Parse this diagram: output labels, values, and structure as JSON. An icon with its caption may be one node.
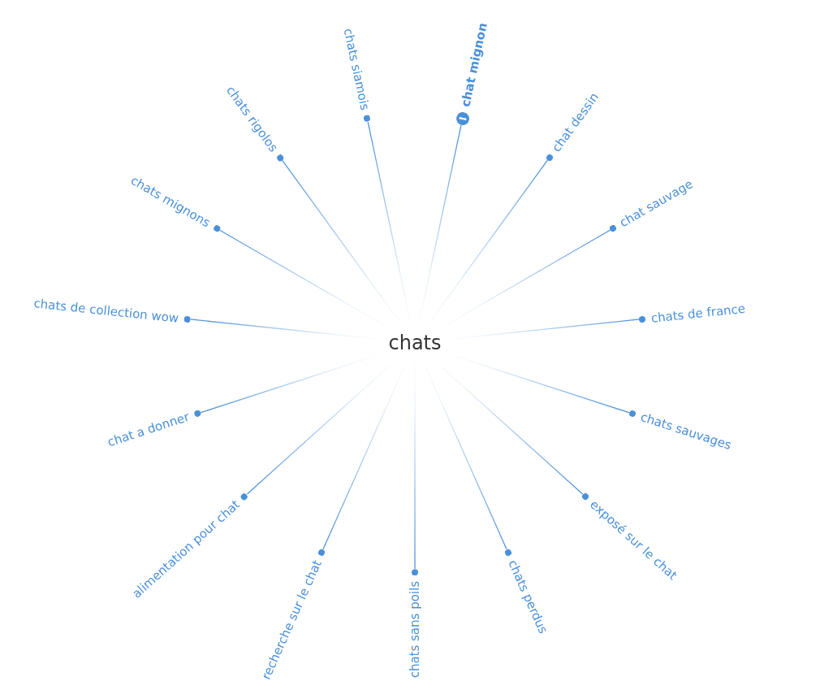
{
  "diagram": {
    "nodes": [
      {
        "text": [
          "chats"
        ]
      },
      {
        "text": [
          "chat mignon"
        ]
      },
      {
        "text": [
          "chat dessin"
        ]
      },
      {
        "text": [
          "chat sauvage"
        ]
      },
      {
        "text": [
          "chats de france"
        ]
      },
      {
        "text": [
          "chats sauvages"
        ]
      },
      {
        "text": [
          "exposé sur le chat"
        ]
      },
      {
        "text": [
          "chats perdus"
        ]
      },
      {
        "text": [
          "chats sans poils"
        ]
      },
      {
        "text": [
          "recherche sur le chat"
        ]
      },
      {
        "text": [
          "alimentation pour chat"
        ]
      },
      {
        "text": [
          "chat a donner"
        ]
      },
      {
        "text": [
          "chats de collection wow"
        ]
      },
      {
        "text": [
          "chats mignons"
        ]
      },
      {
        "text": [
          "chats rigolos"
        ]
      },
      {
        "text": [
          "chats siamois"
        ]
      }
    ],
    "edges": [
      {
        "from": 0,
        "to": 1,
        "arrow": "none"
      },
      {
        "from": 0,
        "to": 2,
        "arrow": "none"
      },
      {
        "from": 0,
        "to": 3,
        "arrow": "none"
      },
      {
        "from": 0,
        "to": 4,
        "arrow": "none"
      },
      {
        "from": 0,
        "to": 5,
        "arrow": "none"
      },
      {
        "from": 0,
        "to": 6,
        "arrow": "none"
      },
      {
        "from": 0,
        "to": 7,
        "arrow": "none"
      },
      {
        "from": 0,
        "to": 8,
        "arrow": "none"
      },
      {
        "from": 0,
        "to": 9,
        "arrow": "none"
      },
      {
        "from": 0,
        "to": 10,
        "arrow": "none"
      },
      {
        "from": 0,
        "to": 11,
        "arrow": "none"
      },
      {
        "from": 0,
        "to": 12,
        "arrow": "none"
      },
      {
        "from": 0,
        "to": 13,
        "arrow": "none"
      },
      {
        "from": 0,
        "to": 14,
        "arrow": "none"
      },
      {
        "from": 0,
        "to": 15,
        "arrow": "none"
      }
    ]
  }
}
